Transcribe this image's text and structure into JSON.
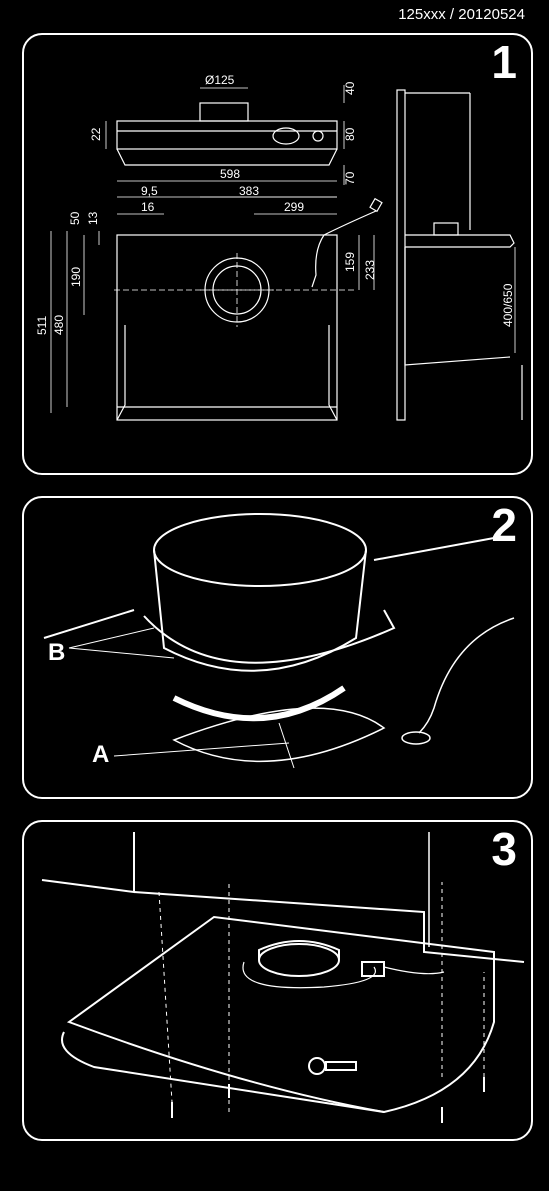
{
  "document_id": "125xxx / 20120524",
  "steps": [
    {
      "number": "1"
    },
    {
      "number": "2"
    },
    {
      "number": "3"
    }
  ],
  "dimensions": {
    "duct": "Ø125",
    "d40": "40",
    "d80": "80",
    "d70": "70",
    "d22": "22",
    "d598": "598",
    "d9_5": "9,5",
    "d383": "383",
    "d16": "16",
    "d299": "299",
    "d50": "50",
    "d13": "13",
    "d190": "190",
    "d480": "480",
    "d511": "511",
    "d159": "159",
    "d233": "233",
    "d400_650": "400/650"
  },
  "callouts": {
    "A": "A",
    "B": "B"
  }
}
